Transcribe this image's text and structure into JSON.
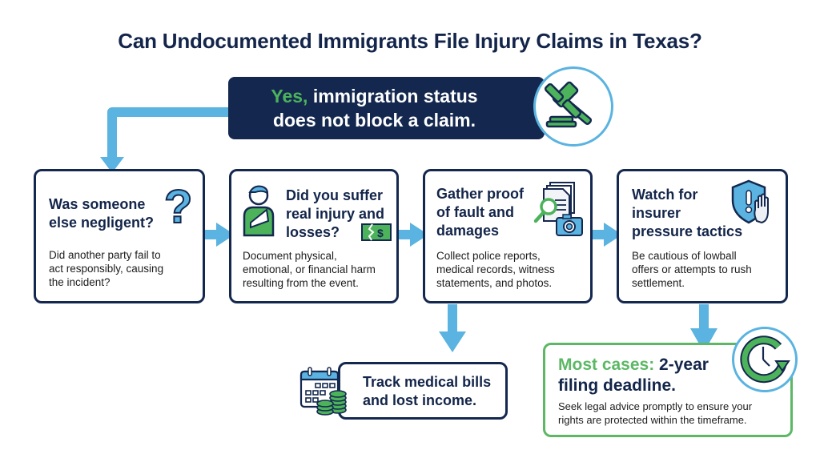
{
  "title": "Can Undocumented Immigrants File Injury Claims in Texas?",
  "banner": {
    "highlight": "Yes,",
    "line1_rest": " immigration status",
    "line2": "does not block a claim.",
    "icon": "gavel-icon"
  },
  "steps": [
    {
      "heading_line1": "Was someone",
      "heading_line2": "else negligent?",
      "body": [
        "Did another party fail to",
        "act responsibly, causing",
        "the incident?"
      ],
      "icon": "question-mark-icon"
    },
    {
      "heading_line1": "Did you suffer",
      "heading_line2": "real injury and",
      "heading_line3": "losses?",
      "body": [
        "Document physical,",
        "emotional, or financial harm",
        "resulting from the event."
      ],
      "icon": "injured-person-icon",
      "icon2": "torn-money-icon"
    },
    {
      "heading_line1": "Gather proof",
      "heading_line2": "of fault and",
      "heading_line3": "damages",
      "body": [
        "Collect police reports,",
        "medical records, witness",
        "statements, and photos."
      ],
      "icon": "documents-magnifier-camera-icon"
    },
    {
      "heading_line1": "Watch for",
      "heading_line2": "insurer",
      "heading_line3": "pressure tactics",
      "body": [
        "Be cautious of lowball",
        "offers or attempts to rush",
        "settlement."
      ],
      "icon": "shield-warning-hand-icon"
    }
  ],
  "track": {
    "line1": "Track medical bills",
    "line2": "and lost income.",
    "icon": "calendar-coins-icon"
  },
  "deadline": {
    "highlight": "Most cases:",
    "rest_line1": " 2-year",
    "line2": "filing deadline.",
    "body": [
      "Seek legal advice promptly to ensure your",
      "rights are protected within the timeframe."
    ],
    "icon": "clock-refresh-icon"
  },
  "colors": {
    "navy": "#14284f",
    "arrow_blue": "#5ab3e0",
    "green": "#4cb35b",
    "text": "#13254a"
  }
}
